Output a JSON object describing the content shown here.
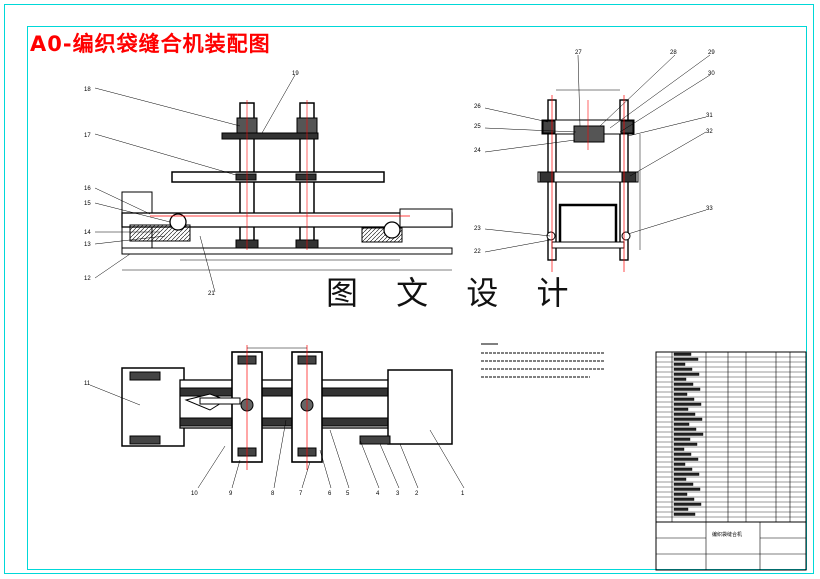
{
  "title": "A0-编织袋缝合机装配图",
  "watermark": "图 文 设 计",
  "front_view_labels": [
    "18",
    "17",
    "16",
    "15",
    "14",
    "13",
    "12",
    "19",
    "21"
  ],
  "side_view_labels": [
    "27",
    "28",
    "29",
    "30",
    "26",
    "25",
    "24",
    "31",
    "32",
    "33",
    "23",
    "22"
  ],
  "top_view_labels": [
    "11",
    "10",
    "9",
    "8",
    "7",
    "6",
    "5",
    "4",
    "3",
    "2",
    "1"
  ],
  "title_block": {
    "name": "编织袋缝合机"
  },
  "colors": {
    "frame": "#00d8d8",
    "title": "#ff0000",
    "centerline": "#ff0000",
    "line": "#000000"
  }
}
